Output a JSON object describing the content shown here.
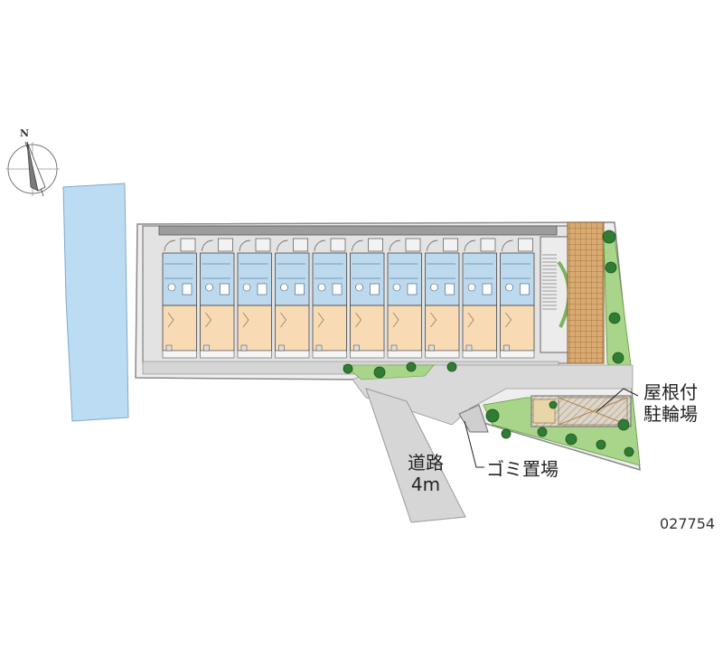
{
  "compass": {
    "north_label": "N",
    "icon": "compass-rose-icon"
  },
  "labels": {
    "road_name": "道路",
    "road_width": "4m",
    "garbage": "ゴミ置場",
    "bicycle_line1": "屋根付",
    "bicycle_line2": "駐輪場"
  },
  "map_id": "027754",
  "colors": {
    "river": "#bcdcf3",
    "unit_floor": "#f8dbb4",
    "unit_wet": "#bcd9ee",
    "paving": "#d6d6d6",
    "greenery": "#9ccf6e",
    "trees": "#2f7d32",
    "brick_tiles": "#c89a63"
  },
  "building": {
    "unit_count": 10
  }
}
